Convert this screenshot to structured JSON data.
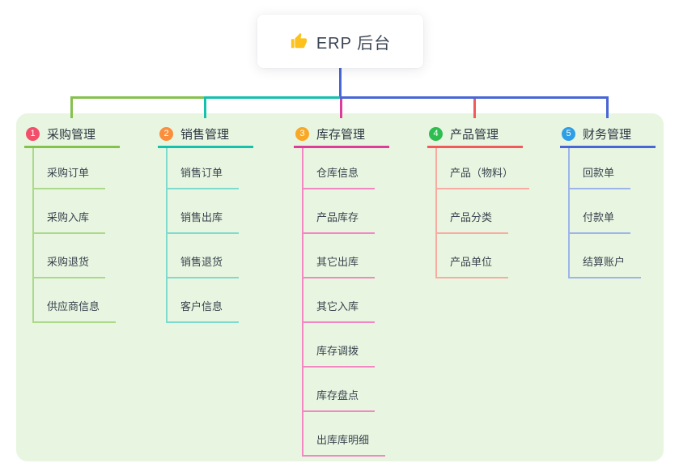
{
  "root": {
    "label": "ERP 后台",
    "icon": "thumbs-up-icon",
    "icon_color": "#fcc21b",
    "trunk_color": "#4866d4"
  },
  "branches": [
    {
      "number": "1",
      "title": "采购管理",
      "badge_color": "#f2506a",
      "line_color": "#85c14d",
      "sub_line_color": "#abd98a",
      "items": [
        "采购订单",
        "采购入库",
        "采购退货",
        "供应商信息"
      ]
    },
    {
      "number": "2",
      "title": "销售管理",
      "badge_color": "#fb8e3c",
      "line_color": "#15c0ad",
      "sub_line_color": "#7edbcd",
      "items": [
        "销售订单",
        "销售出库",
        "销售退货",
        "客户信息"
      ]
    },
    {
      "number": "3",
      "title": "库存管理",
      "badge_color": "#f9a826",
      "line_color": "#dd3d99",
      "sub_line_color": "#f287c3",
      "items": [
        "仓库信息",
        "产品库存",
        "其它出库",
        "其它入库",
        "库存调拨",
        "库存盘点",
        "出库库明细"
      ]
    },
    {
      "number": "4",
      "title": "产品管理",
      "badge_color": "#2ebd51",
      "line_color": "#f15a5a",
      "sub_line_color": "#f9aba3",
      "items": [
        "产品（物料）",
        "产品分类",
        "产品单位"
      ]
    },
    {
      "number": "5",
      "title": "财务管理",
      "badge_color": "#2e9fe6",
      "line_color": "#4866d4",
      "sub_line_color": "#9db5ea",
      "items": [
        "回款单",
        "付款单",
        "结算账户"
      ]
    }
  ]
}
